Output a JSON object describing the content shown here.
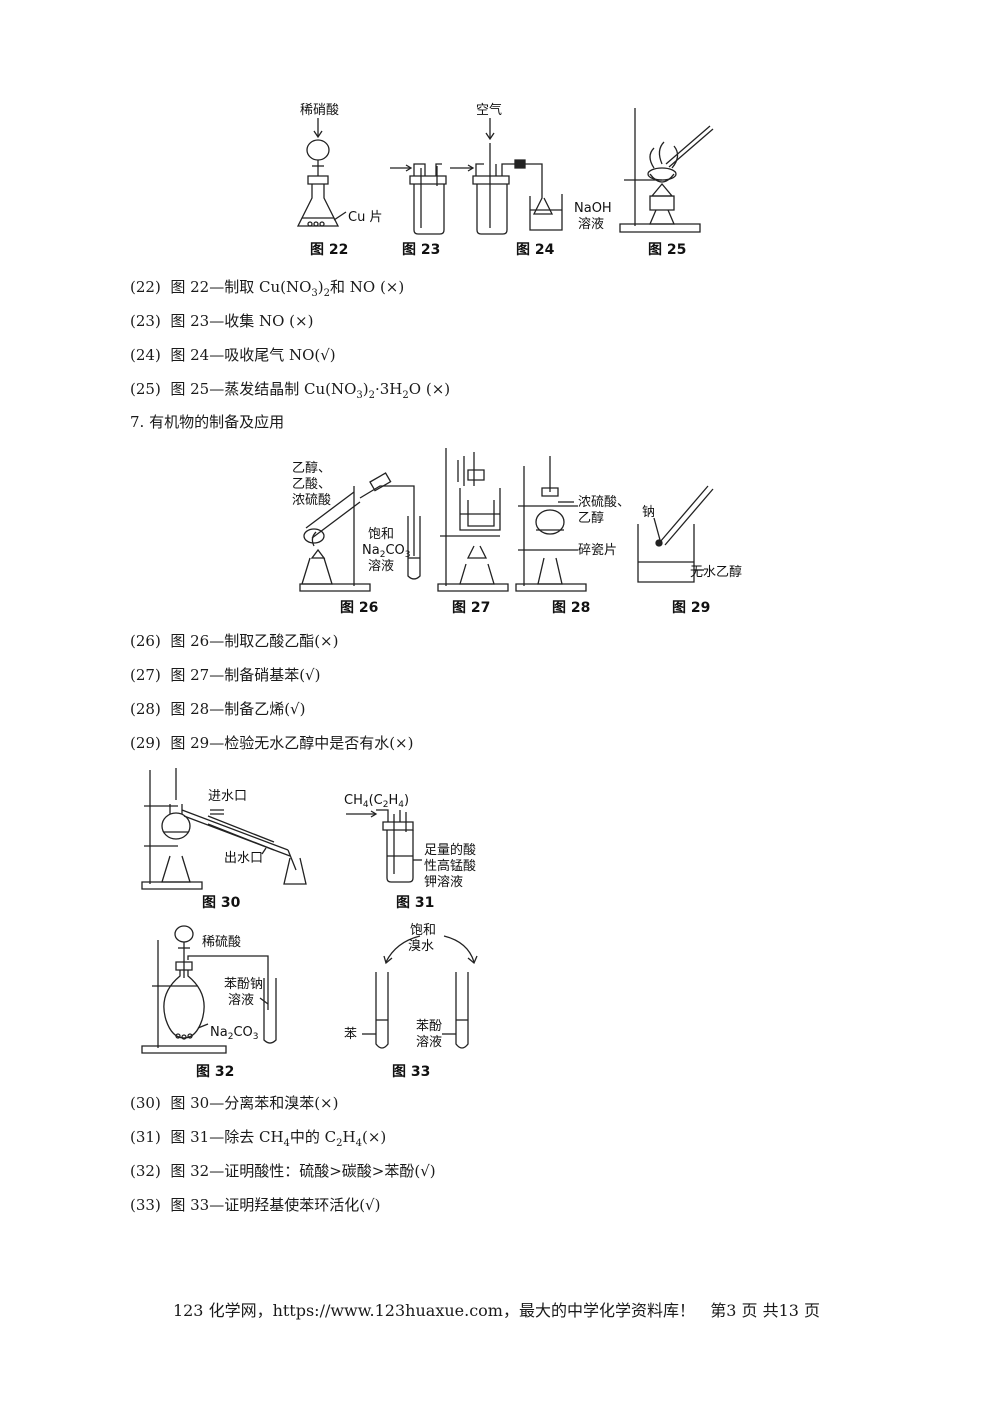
{
  "figs_top": {
    "f22": {
      "caption": "图 22",
      "reagent": "稀硝酸",
      "solid": "Cu 片"
    },
    "f23": {
      "caption": "图 23"
    },
    "f24": {
      "caption": "图 24",
      "gas": "空气",
      "solution_1": "NaOH",
      "solution_2": "溶液"
    },
    "f25": {
      "caption": "图 25"
    }
  },
  "items_a": [
    {
      "num": "(22)",
      "text": "图 22—制取 Cu(NO",
      "sub": "3",
      "tail": ")",
      "sub2": "2",
      "end": "和 NO (×)"
    },
    {
      "num": "(23)",
      "text": "图 23—收集 NO (×)"
    },
    {
      "num": "(24)",
      "text": "图 24—吸收尾气 NO(√)"
    },
    {
      "num": "(25)",
      "text": "图 25—蒸发结晶制 Cu(NO",
      "sub": "3",
      "tail": ")",
      "sub2": "2",
      "end": "·3H",
      "sub3": "2",
      "end2": "O (×)"
    }
  ],
  "section7": "7. 有机物的制备及应用",
  "figs_mid": {
    "f26": {
      "caption": "图 26",
      "r1": "乙醇、",
      "r2": "乙酸、",
      "r3": "浓硫酸",
      "s1": "饱和",
      "s2": "Na",
      "s2sub": "2",
      "s2b": "CO",
      "s2sub2": "3",
      "s3": "溶液"
    },
    "f27": {
      "caption": "图 27"
    },
    "f28": {
      "caption": "图 28",
      "r1": "浓硫酸、",
      "r2": "乙醇",
      "r3": "碎瓷片"
    },
    "f29": {
      "caption": "图 29",
      "r1": "钠",
      "r2": "无水乙醇"
    }
  },
  "items_b": [
    {
      "num": "(26)",
      "text": "图 26—制取乙酸乙酯(×)"
    },
    {
      "num": "(27)",
      "text": "图 27—制备硝基苯(√)"
    },
    {
      "num": "(28)",
      "text": "图 28—制备乙烯(√)"
    },
    {
      "num": "(29)",
      "text": "图 29—检验无水乙醇中是否有水(×)"
    }
  ],
  "figs_low": {
    "f30": {
      "caption": "图 30",
      "in": "进水口",
      "out": "出水口"
    },
    "f31": {
      "caption": "图 31",
      "gas": "CH",
      "g1": "4",
      "g2": "(C",
      "g3": "2",
      "g4": "H",
      "g5": "4",
      "g6": ")",
      "s1": "足量的酸",
      "s2": "性高锰酸",
      "s3": "钾溶液"
    },
    "f32": {
      "caption": "图 32",
      "r1": "稀硫酸",
      "r2": "苯酚钠",
      "r3": "溶液",
      "r4": "Na",
      "r4sub": "2",
      "r4b": "CO",
      "r4sub2": "3"
    },
    "f33": {
      "caption": "图 33",
      "r1": "饱和",
      "r2": "溴水",
      "r3": "苯",
      "r4": "苯酚",
      "r5": "溶液"
    }
  },
  "items_c": [
    {
      "num": "(30)",
      "text": "图 30—分离苯和溴苯(×)"
    },
    {
      "num": "(31)",
      "text": "图 31—除去 CH",
      "sub": "4",
      "mid": "中的 C",
      "sub2": "2",
      "mid2": "H",
      "sub3": "4",
      "end": "(×)"
    },
    {
      "num": "(32)",
      "text": "图 32—证明酸性：硫酸>碳酸>苯酚(√)"
    },
    {
      "num": "(33)",
      "text": "图 33—证明羟基使苯环活化(√)"
    }
  ],
  "footer": {
    "text": "123 化学网，https://www.123huaxue.com，最大的中学化学资料库！",
    "page": "第3 页  共13 页"
  }
}
